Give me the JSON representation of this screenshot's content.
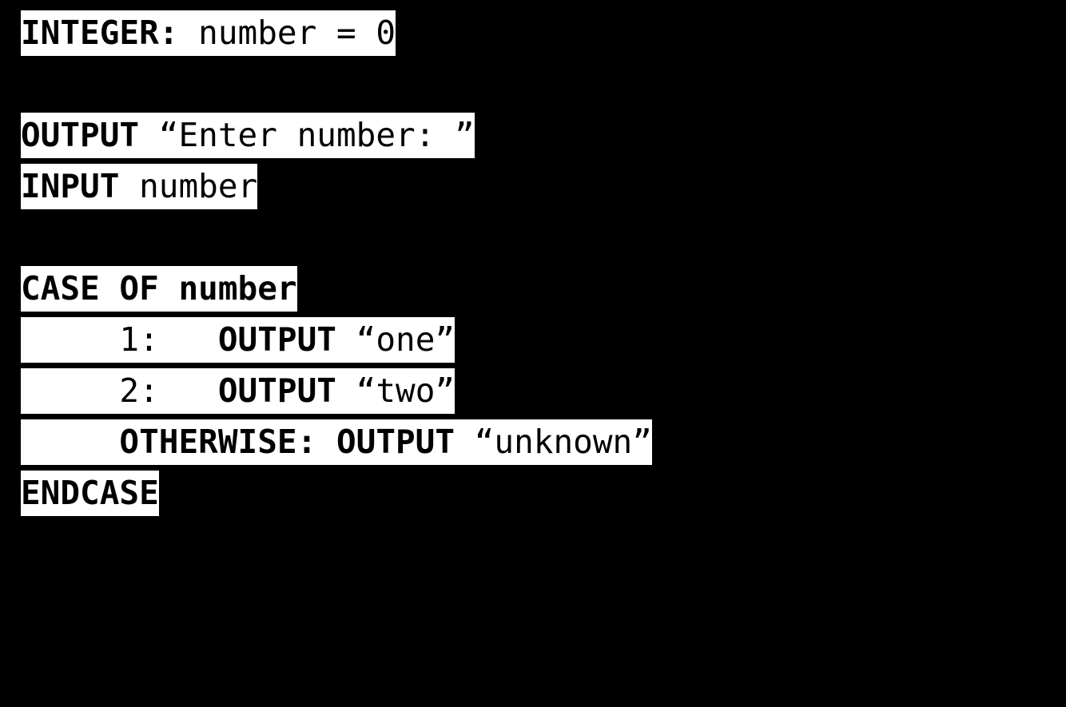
{
  "document": {
    "title": "Pseudocode CASE Statement Example",
    "background_color": "#000000",
    "highlight_color": "#ffffff",
    "text_color": "#000000"
  },
  "code": {
    "language": "pseudocode",
    "lines": [
      {
        "id": "line-declare-number",
        "blank": false,
        "segments": [
          {
            "text": "INTEGER:",
            "bold": true
          },
          {
            "text": " number = 0",
            "bold": false
          }
        ]
      },
      {
        "id": "line-blank-1",
        "blank": true,
        "segments": [
          {
            "text": " ",
            "bold": false
          }
        ]
      },
      {
        "id": "line-output-prompt",
        "blank": false,
        "segments": [
          {
            "text": "OUTPUT",
            "bold": true
          },
          {
            "text": " “Enter number: ”",
            "bold": false
          }
        ]
      },
      {
        "id": "line-input-number",
        "blank": false,
        "segments": [
          {
            "text": "INPUT",
            "bold": true
          },
          {
            "text": " number",
            "bold": false
          }
        ]
      },
      {
        "id": "line-blank-2",
        "blank": true,
        "segments": [
          {
            "text": " ",
            "bold": false
          }
        ]
      },
      {
        "id": "line-case-of",
        "blank": false,
        "segments": [
          {
            "text": "CASE OF number",
            "bold": true
          }
        ]
      },
      {
        "id": "line-case-1",
        "blank": false,
        "segments": [
          {
            "text": "     1:   ",
            "bold": false
          },
          {
            "text": "OUTPUT",
            "bold": true
          },
          {
            "text": " “one”",
            "bold": false
          }
        ]
      },
      {
        "id": "line-case-2",
        "blank": false,
        "segments": [
          {
            "text": "     2:   ",
            "bold": false
          },
          {
            "text": "OUTPUT",
            "bold": true
          },
          {
            "text": " “two”",
            "bold": false
          }
        ]
      },
      {
        "id": "line-case-otherwise",
        "blank": false,
        "segments": [
          {
            "text": "     ",
            "bold": false
          },
          {
            "text": "OTHERWISE: OUTPUT",
            "bold": true
          },
          {
            "text": " “unknown”",
            "bold": false
          }
        ]
      },
      {
        "id": "line-endcase",
        "blank": false,
        "segments": [
          {
            "text": "ENDCASE",
            "bold": true
          }
        ]
      }
    ]
  }
}
